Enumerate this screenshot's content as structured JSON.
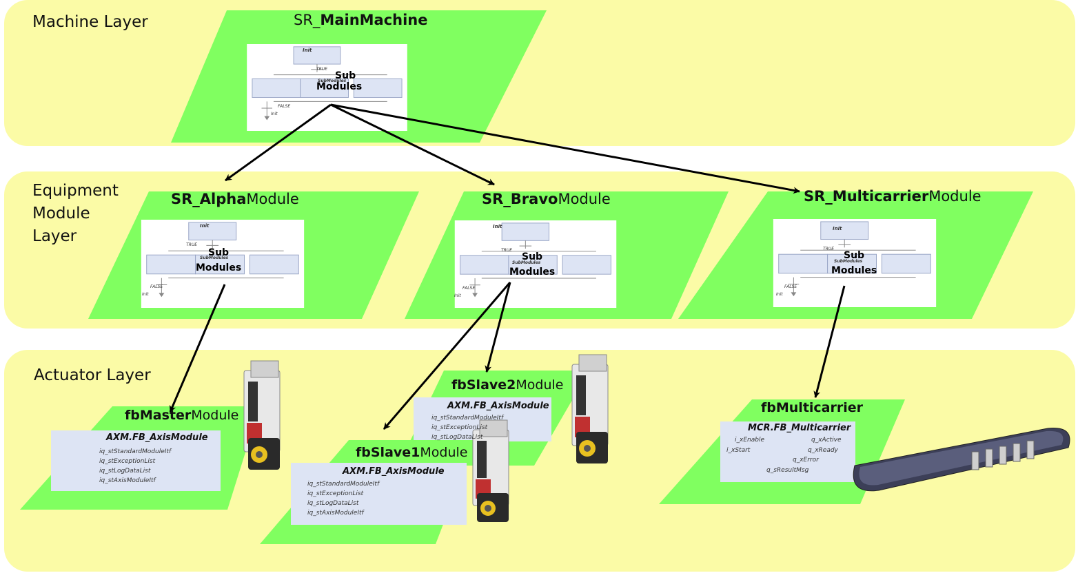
{
  "layers": {
    "machine": "Machine Layer",
    "equipment": [
      "Equipment",
      "Module",
      "Layer"
    ],
    "actuator": "Actuator Layer"
  },
  "step_chart": {
    "init": "Init",
    "true": "TRUE",
    "submodules_small": "SubModules",
    "sub": "Sub",
    "modules": "Modules",
    "false": "FALSE",
    "init_jump": "Init"
  },
  "machine": {
    "prefix": "SR_",
    "bold": "MainMachine"
  },
  "equipment_modules": [
    {
      "bold": "SR_Alpha",
      "suffix": "Module"
    },
    {
      "bold": "SR_Bravo",
      "suffix": "Module"
    },
    {
      "bold": "SR_Multicarrier",
      "suffix": "Module"
    }
  ],
  "actuators": {
    "master": {
      "bold": "fbMaster",
      "suffix": "Module",
      "fb": "AXM.FB_AxisModule",
      "lines": [
        "iq_stStandardModuleItf",
        "iq_stExceptionList",
        "iq_stLogDataList",
        "iq_stAxisModuleItf"
      ]
    },
    "slave2": {
      "bold": "fbSlave2",
      "suffix": "Module",
      "fb": "AXM.FB_AxisModule",
      "lines": [
        "iq_stStandardModuleItf",
        "iq_stExceptionList",
        "iq_stLogDataList"
      ]
    },
    "slave1": {
      "bold": "fbSlave1",
      "suffix": "Module",
      "fb": "AXM.FB_AxisModule",
      "lines": [
        "iq_stStandardModuleItf",
        "iq_stExceptionList",
        "iq_stLogDataList",
        "iq_stAxisModuleItf"
      ]
    },
    "multicarrier": {
      "bold": "fbMulticarrier",
      "fb": "MCR.FB_Multicarrier",
      "inputs": [
        "i_xEnable",
        "i_xStart"
      ],
      "outputs": [
        "q_xActive",
        "q_xReady",
        "q_xError",
        "q_sResultMsg"
      ]
    }
  },
  "colors": {
    "layer": "#fbfba6",
    "frame": "#80ff60",
    "step_box": "#dde4f4",
    "arrow": "#000000"
  },
  "icons": [
    "servo-drive-icon",
    "conveyor-track-icon"
  ]
}
